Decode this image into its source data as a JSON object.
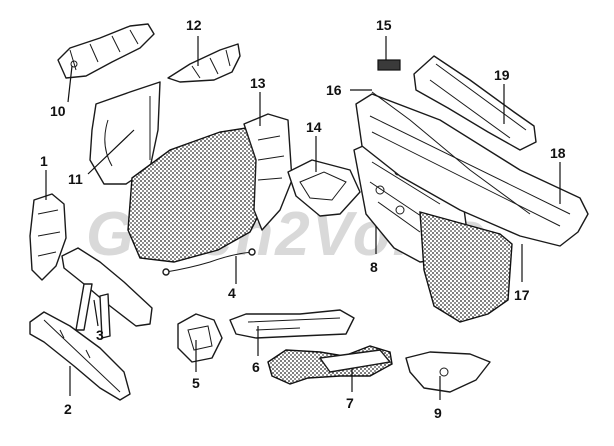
{
  "watermark": "Green2Volvo",
  "callouts": [
    {
      "id": "1",
      "label": "1"
    },
    {
      "id": "2",
      "label": "2"
    },
    {
      "id": "3",
      "label": "3"
    },
    {
      "id": "4",
      "label": "4"
    },
    {
      "id": "5",
      "label": "5"
    },
    {
      "id": "6",
      "label": "6"
    },
    {
      "id": "7",
      "label": "7"
    },
    {
      "id": "8",
      "label": "8"
    },
    {
      "id": "9",
      "label": "9"
    },
    {
      "id": "10",
      "label": "10"
    },
    {
      "id": "11",
      "label": "11"
    },
    {
      "id": "12",
      "label": "12"
    },
    {
      "id": "13",
      "label": "13"
    },
    {
      "id": "14",
      "label": "14"
    },
    {
      "id": "15",
      "label": "15"
    },
    {
      "id": "16",
      "label": "16"
    },
    {
      "id": "17",
      "label": "17"
    },
    {
      "id": "18",
      "label": "18"
    },
    {
      "id": "19",
      "label": "19"
    }
  ]
}
